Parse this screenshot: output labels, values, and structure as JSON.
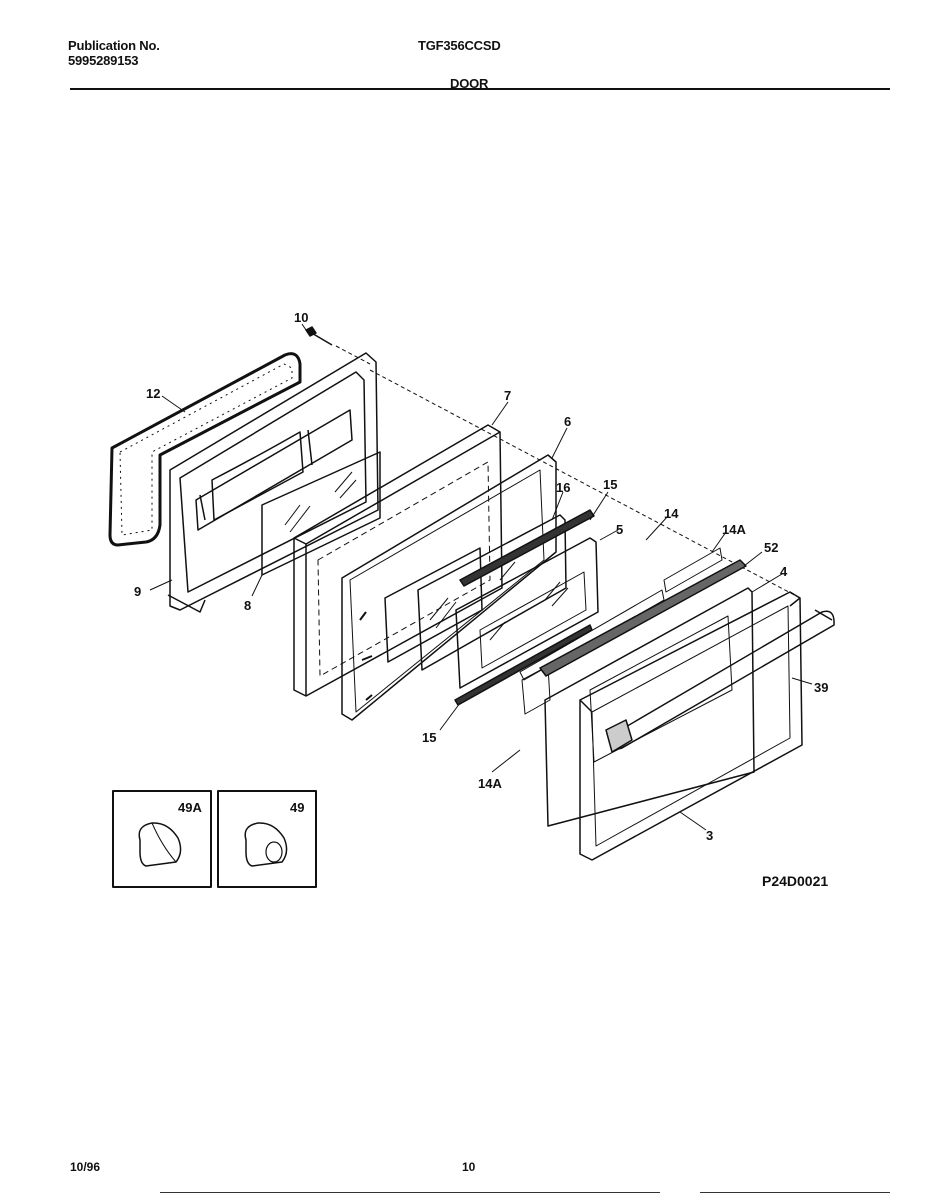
{
  "header": {
    "publication_label": "Publication No.",
    "publication_number": "5995289153",
    "model": "TGF356CCSD",
    "section": "DOOR"
  },
  "callouts": {
    "c10": "10",
    "c12": "12",
    "c7": "7",
    "c6": "6",
    "c16": "16",
    "c15a": "15",
    "c5": "5",
    "c14": "14",
    "c14a_top": "14A",
    "c52": "52",
    "c4": "4",
    "c39": "39",
    "c9": "9",
    "c8": "8",
    "c15b": "15",
    "c14a_bottom": "14A",
    "c3": "3",
    "c49a": "49A",
    "c49": "49"
  },
  "diagram_code": "P24D0021",
  "footer": {
    "date": "10/96",
    "page": "10"
  }
}
